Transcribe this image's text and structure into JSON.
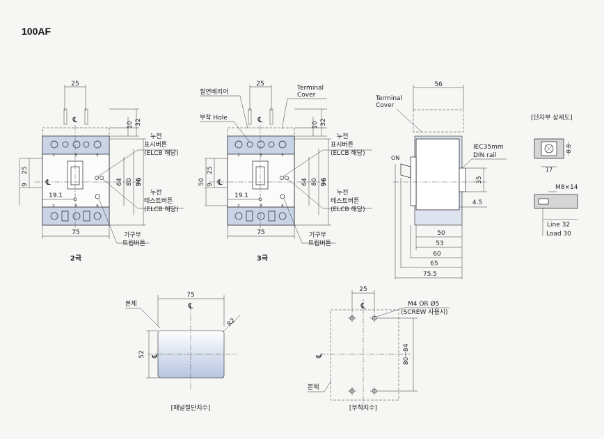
{
  "title": "100AF",
  "front2": {
    "caption": "2극",
    "dims": {
      "d25": "25",
      "d10": "10",
      "d32": "32",
      "d25b": "25",
      "d9": "9",
      "d64": "64",
      "d80": "80",
      "d96": "96",
      "d19_1": "19.1",
      "d75": "75"
    },
    "poles": [
      "1",
      "3",
      "5",
      "2",
      "4",
      "6"
    ],
    "notes": {
      "n1a": "누전",
      "n1b": "표시버튼",
      "n1c": "(ELCB 해당)",
      "n2a": "누전",
      "n2b": "테스트버튼",
      "n2c": "(ELCB 해당)",
      "n3a": "기구부",
      "n3b": "트립버튼"
    }
  },
  "front3": {
    "caption": "3극",
    "dims": {
      "d25": "25",
      "d10": "10",
      "d32": "32",
      "d50": "50",
      "d25b": "25",
      "d9": "9",
      "d64": "64",
      "d80": "80",
      "d96": "96",
      "d19_1": "19.1",
      "d75": "75"
    },
    "poles": [
      "1",
      "3",
      "5",
      "2",
      "4",
      "6"
    ],
    "labels": {
      "insul": "절연베리어",
      "hole": "부착 Hole",
      "tc1": "Terminal",
      "tc2": "Cover"
    },
    "notes": {
      "n1a": "누전",
      "n1b": "표시버튼",
      "n1c": "(ELCB 해당)",
      "n2a": "누전",
      "n2b": "테스트버튼",
      "n2c": "(ELCB 해당)",
      "n3a": "기구부",
      "n3b": "트립버튼"
    }
  },
  "side": {
    "tc1": "Terminal",
    "tc2": "Cover",
    "on": "ON",
    "din1": "IEC35mm",
    "din2": "DIN rail",
    "dims": {
      "d56": "56",
      "d35": "35",
      "d4_5": "4.5",
      "d50": "50",
      "d53": "53",
      "d60": "60",
      "d65": "65",
      "d75_5": "75.5"
    }
  },
  "detail": {
    "title": "[단자부 상세도]",
    "d17": "17",
    "d8_8": "8.8",
    "screw": "M8×14",
    "line": "Line 32",
    "load": "Load 30"
  },
  "panel": {
    "d75": "75",
    "d52": "52",
    "r2": "R2",
    "body": "본체",
    "caption": "[패널절단치수]"
  },
  "mount": {
    "d25": "25",
    "d80_84": "80~84",
    "screw1": "M4 OR Ø5",
    "screw2": "(SCREW 사용시)",
    "body": "본체",
    "caption": "[부착치수]"
  },
  "centerline": "℄"
}
